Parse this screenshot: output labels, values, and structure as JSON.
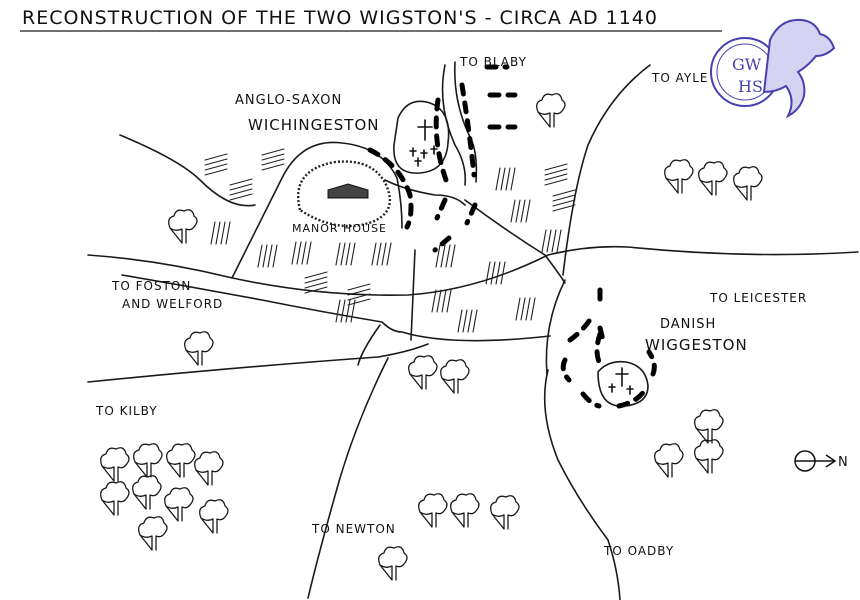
{
  "title": "RECONSTRUCTION OF THE TWO WIGSTON'S - CIRCA AD 1140",
  "logo": {
    "text_top": "GW",
    "text_bottom": "HS"
  },
  "settlements": {
    "anglo_saxon_line1": "ANGLO-SAXON",
    "anglo_saxon_line2": "WICHINGESTON",
    "danish_line1": "DANISH",
    "danish_line2": "WIGGESTON",
    "manor_house": "MANOR HOUSE"
  },
  "roads": {
    "blaby": "TO BLABY",
    "ayle": "TO AYLE",
    "leicester": "TO LEICESTER",
    "foston_line1": "TO FOSTON",
    "foston_line2": "AND WELFORD",
    "kilby": "TO KILBY",
    "newton": "TO NEWTON",
    "oadby": "TO OADBY"
  },
  "compass": {
    "label": "N"
  }
}
